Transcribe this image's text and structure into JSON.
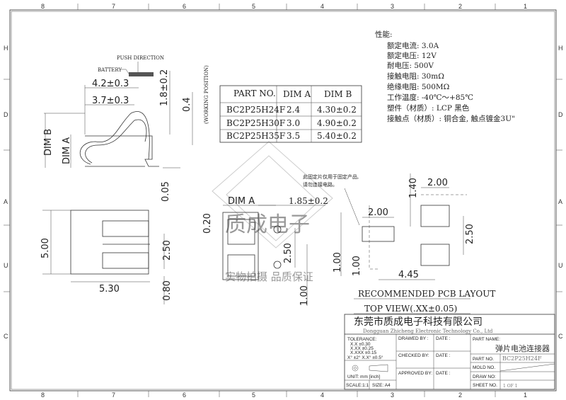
{
  "frame": {
    "zones_top": [
      "8",
      "7",
      "6",
      "5",
      "4",
      "3",
      "2",
      "1"
    ],
    "zones_side": [
      "H",
      "D",
      "A",
      "U",
      "C"
    ]
  },
  "specs": {
    "title": "性能:",
    "lines": [
      "额定电流: 3.0A",
      "额定电压: 12V",
      "耐电压: 500V",
      "接触电阻: 30mΩ",
      "绝缘电阻: 500MΩ",
      "工作温度: -40℃～+85℃",
      "塑件（材质）: LCP 黑色",
      "接触点（材质）: 铜合金, 触点镀金3U\""
    ]
  },
  "side_view": {
    "push_direction": "PUSH DIRECTION",
    "battery": "BATTERY",
    "dim_42": "4.2±0.3",
    "dim_37": "3.7±0.3",
    "dim_18": "1.8±0.2",
    "dim_04": "0.4",
    "dim_005": "0.05",
    "dim_a": "DIM A",
    "dim_b": "DIM B",
    "working_position": "(WORKING POSITION)"
  },
  "table": {
    "headers": [
      "PART NO.",
      "DIM A",
      "DIM B"
    ],
    "rows": [
      [
        "BC2P25H24F",
        "2.4",
        "4.30±0.2"
      ],
      [
        "BC2P25H30F",
        "3.0",
        "4.90±0.2"
      ],
      [
        "BC2P25H35F",
        "3.5",
        "5.40±0.2"
      ]
    ]
  },
  "front_view": {
    "dim_500": "5.00",
    "dim_530": "5.30",
    "dim_250": "2.50",
    "dim_080": "0.80"
  },
  "top_view": {
    "dim_a": "DIM A",
    "dim_185": "1.85±0.2",
    "dim_020": "0.20",
    "dim_250": "2.50",
    "dim_100a": "1.00",
    "dim_100b": "1.00",
    "note_line1": "此固定片仅用于固定产品,",
    "note_line2": "请勿连接电路。"
  },
  "pcb": {
    "dim_200a": "2.00",
    "dim_200b": "2.00",
    "dim_140": "1.40",
    "dim_250": "2.50",
    "dim_100": "1.00",
    "dim_445": "4.45",
    "title": "RECOMMENDED PCB LAYOUT",
    "subtitle": "TOP VIEW(.XX±0.05)"
  },
  "watermark": {
    "brand": "质成电子",
    "slogan": "实物拍摄 品质保证"
  },
  "title_block": {
    "company_cn": "东莞市质成电子科技有限公司",
    "company_en": "Dongguan Zhicheng Electronic Technology Co., Ltd",
    "tolerance": "TOLERANCE:",
    "tol_lines": [
      "X.X    ±0.30",
      "X.XX   ±0.25",
      "X.XXX  ±0.15"
    ],
    "tol_angle": "X° ±2°      X.X° ±0.5°",
    "unit": "UNIT:  mm  [inch]",
    "scale": "SCALE:1:1",
    "size": "SIZE:  A4",
    "drawed_by": "DRAWED BY :",
    "checked_by": "CHECKED BY:",
    "approved_by": "APPROVED BY:",
    "date": "DATE :",
    "part_name_label": "PART NAME:",
    "part_name": "弹片电池连接器",
    "part_no_label": "PART NO.",
    "part_no": "BC2P25H24F",
    "mold_no_label": "MOLD NO.",
    "draw_no_label": "DRAW NO:",
    "sheet_no_label": "SHEET NO.",
    "sheet_no": "1 OF 1"
  }
}
